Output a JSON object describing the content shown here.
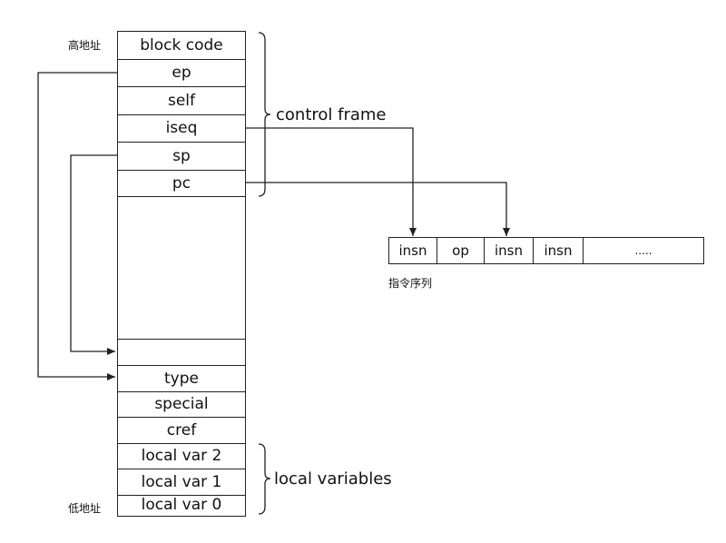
{
  "stack": {
    "high_address_label": "高地址",
    "low_address_label": "低地址",
    "top_cells": [
      "block code",
      "ep",
      "self",
      "iseq",
      "sp",
      "pc"
    ],
    "marker_cell": "",
    "env_cells": [
      "type",
      "special",
      "cref"
    ],
    "local_cells": [
      "local var 2",
      "local var 1",
      "local var 0"
    ]
  },
  "braces": {
    "control_frame": "control frame",
    "local_variables": "local variables"
  },
  "sequence": {
    "cells": [
      "insn",
      "op",
      "insn",
      "insn",
      "....."
    ],
    "caption": "指令序列"
  }
}
